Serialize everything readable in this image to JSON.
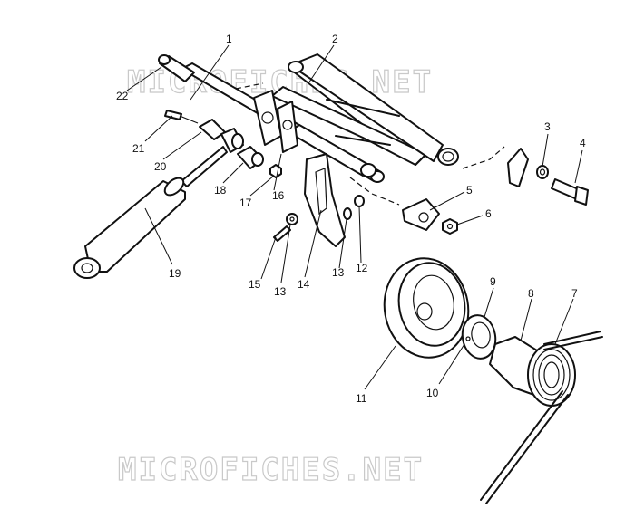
{
  "watermark": {
    "text": "MICROFICHES.NET"
  },
  "callouts": [
    {
      "id": "1",
      "label": "1"
    },
    {
      "id": "2",
      "label": "2"
    },
    {
      "id": "3",
      "label": "3"
    },
    {
      "id": "4",
      "label": "4"
    },
    {
      "id": "5",
      "label": "5"
    },
    {
      "id": "6",
      "label": "6"
    },
    {
      "id": "7",
      "label": "7"
    },
    {
      "id": "8",
      "label": "8"
    },
    {
      "id": "9",
      "label": "9"
    },
    {
      "id": "10",
      "label": "10"
    },
    {
      "id": "11",
      "label": "11"
    },
    {
      "id": "12",
      "label": "12"
    },
    {
      "id": "13a",
      "label": "13"
    },
    {
      "id": "13b",
      "label": "13"
    },
    {
      "id": "14",
      "label": "14"
    },
    {
      "id": "15",
      "label": "15"
    },
    {
      "id": "16",
      "label": "16"
    },
    {
      "id": "17",
      "label": "17"
    },
    {
      "id": "18",
      "label": "18"
    },
    {
      "id": "19",
      "label": "19"
    },
    {
      "id": "20",
      "label": "20"
    },
    {
      "id": "21",
      "label": "21"
    },
    {
      "id": "22",
      "label": "22"
    }
  ]
}
